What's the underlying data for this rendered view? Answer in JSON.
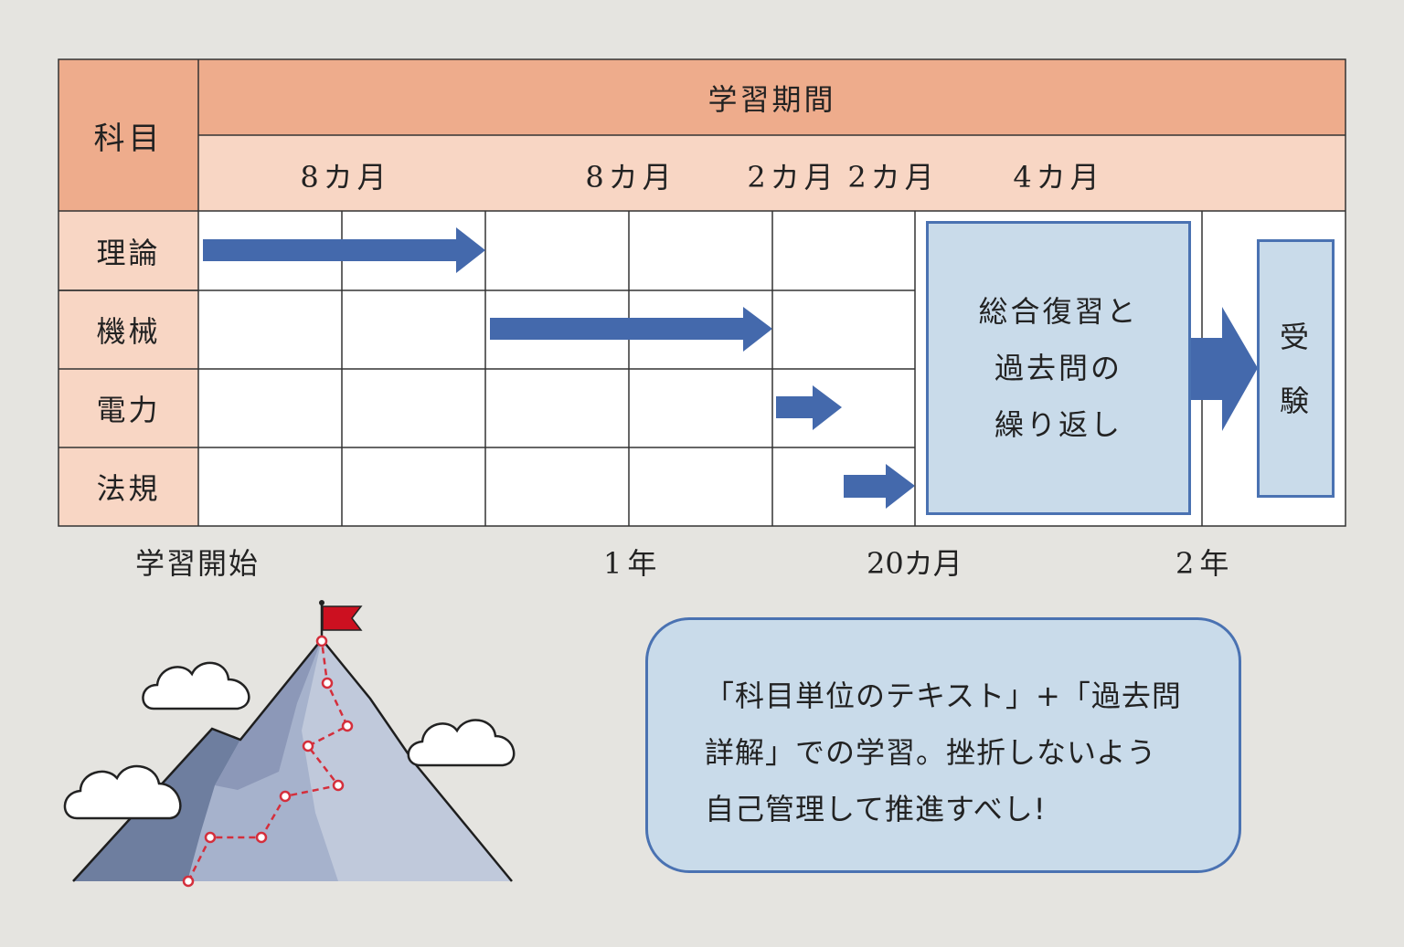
{
  "table": {
    "subject_header": "科目",
    "period_header": "学習期間",
    "durations": [
      "8カ月",
      "8カ月",
      "2カ月",
      "2カ月",
      "4カ月"
    ],
    "subjects": [
      "理論",
      "機械",
      "電力",
      "法規"
    ]
  },
  "review_block": {
    "lines": [
      "総合復習と",
      "過去問の",
      "繰り返し"
    ]
  },
  "exam_block": {
    "lines": [
      "受",
      "験"
    ]
  },
  "axis": {
    "start": "学習開始",
    "one_year": "1年",
    "twenty_months": "20カ月",
    "two_years": "2年"
  },
  "note": {
    "lines": [
      "「科目単位のテキスト」+「過去問",
      "詳解」での学習。挫折しないよう",
      "自己管理して推進すべし!"
    ]
  },
  "colors": {
    "header_dark": "#eeac8c",
    "header_light": "#f8d6c4",
    "arrow": "#4469ac",
    "block_fill": "#c9dbea",
    "block_border": "#4a72b2",
    "flag": "#cc1020",
    "route": "#d42f3c"
  },
  "icons": [
    "flag-icon",
    "cloud-icon",
    "mountain-icon"
  ]
}
